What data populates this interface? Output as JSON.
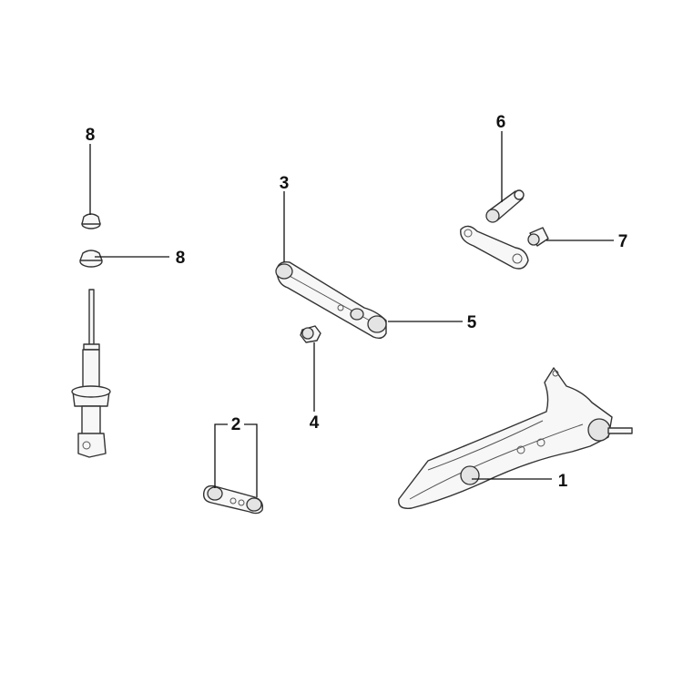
{
  "diagram": {
    "background": "#ffffff",
    "line_color": "#111111",
    "callouts": [
      {
        "id": "1",
        "label": "1"
      },
      {
        "id": "2",
        "label": "2"
      },
      {
        "id": "3",
        "label": "3"
      },
      {
        "id": "4",
        "label": "4"
      },
      {
        "id": "5",
        "label": "5"
      },
      {
        "id": "6",
        "label": "6"
      },
      {
        "id": "7",
        "label": "7"
      },
      {
        "id": "8a",
        "label": "8"
      },
      {
        "id": "8b",
        "label": "8"
      }
    ]
  }
}
